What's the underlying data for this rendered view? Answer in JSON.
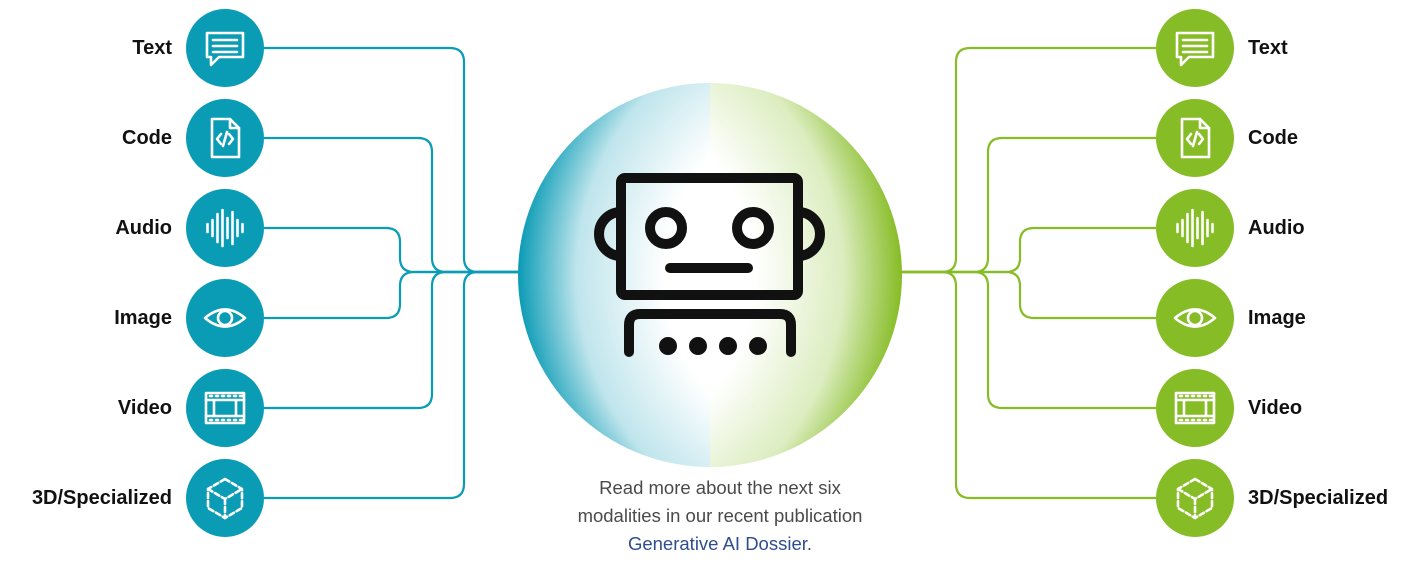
{
  "colors": {
    "left_accent": "#0a9bb5",
    "right_accent": "#86bc25",
    "robot_stroke": "#111111",
    "link": "#2f4d8f",
    "caption_text": "#4a4a4a"
  },
  "left_modalities": [
    {
      "label": "Text",
      "icon": "chat-bubble-icon"
    },
    {
      "label": "Code",
      "icon": "code-file-icon"
    },
    {
      "label": "Audio",
      "icon": "sound-wave-icon"
    },
    {
      "label": "Image",
      "icon": "eye-icon"
    },
    {
      "label": "Video",
      "icon": "film-strip-icon"
    },
    {
      "label": "3D/Specialized",
      "icon": "cube-icon"
    }
  ],
  "right_modalities": [
    {
      "label": "Text",
      "icon": "chat-bubble-icon"
    },
    {
      "label": "Code",
      "icon": "code-file-icon"
    },
    {
      "label": "Audio",
      "icon": "sound-wave-icon"
    },
    {
      "label": "Image",
      "icon": "eye-icon"
    },
    {
      "label": "Video",
      "icon": "film-strip-icon"
    },
    {
      "label": "3D/Specialized",
      "icon": "cube-icon"
    }
  ],
  "center": {
    "icon": "robot-icon"
  },
  "caption": {
    "line1": "Read more about the next six",
    "line2": "modalities in our recent publication",
    "link_text": "Generative AI Dossier",
    "trailing": "."
  }
}
